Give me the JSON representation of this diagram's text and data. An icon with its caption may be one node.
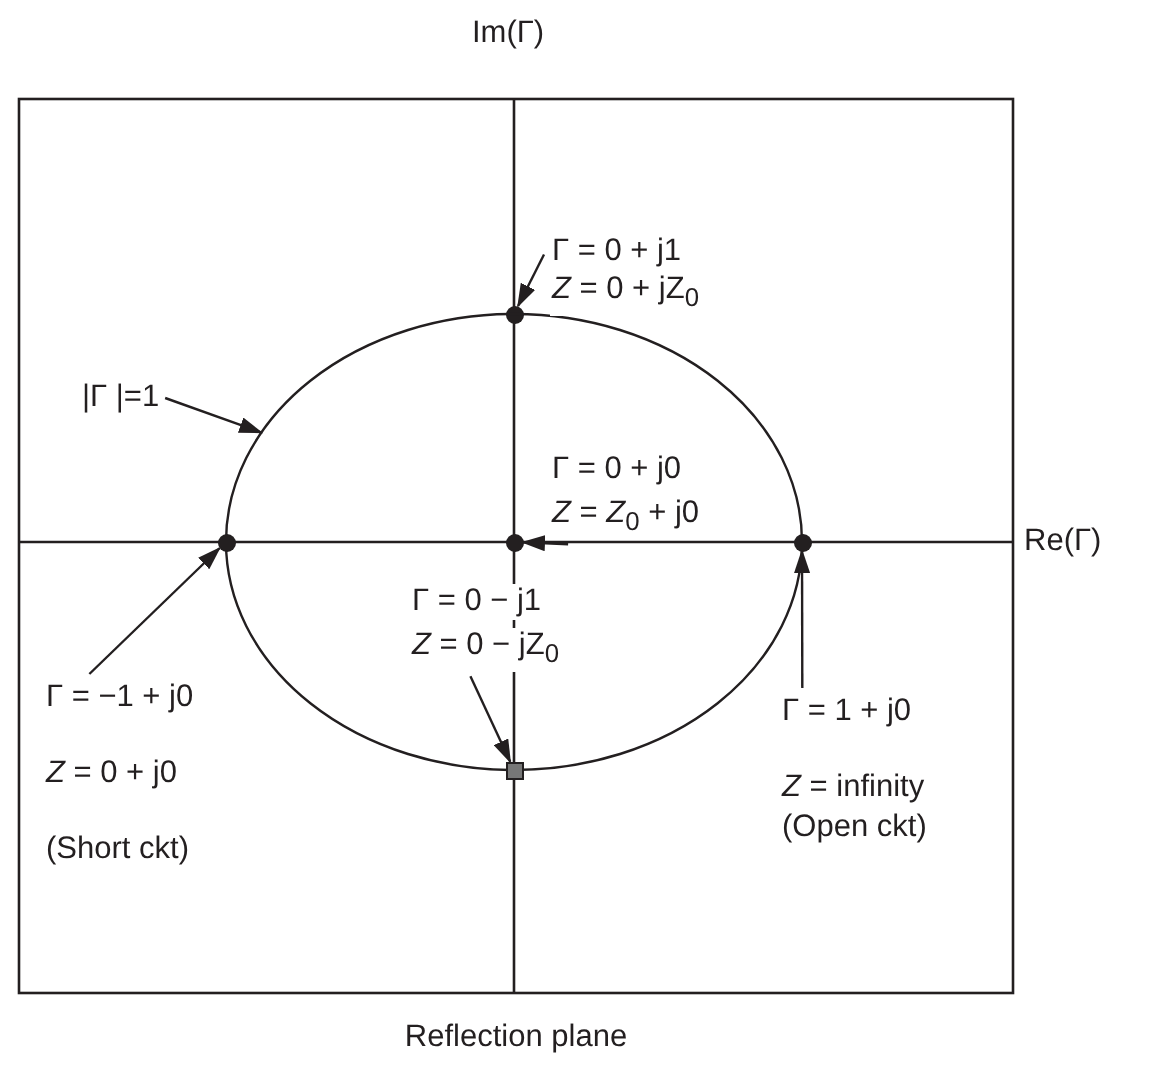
{
  "diagram": {
    "caption": "Reflection plane",
    "nodes": [
      {
        "text": [
          "Γ = 0 + j1",
          "*Z* = 0 + jZ$_{0}$"
        ]
      },
      {
        "text": [],
        "shape": "circle"
      },
      {
        "text": [
          "|Γ |=1"
        ]
      },
      {
        "text": [],
        "shape": "circle"
      },
      {
        "text": [
          "Γ = 0 + j0",
          "*Z* = *Z*$_{0}$ + j0"
        ],
        "in": 3
      },
      {
        "text": [],
        "shape": "circle",
        "in": 3
      },
      {
        "text": [
          "Γ = −1 + j0",
          "*Z* = 0 + j0",
          "(Short ckt)"
        ]
      },
      {
        "text": [],
        "shape": "circle"
      },
      {
        "text": [
          "Γ = 0 − j1",
          "*Z* = 0 − jZ$_{0}$"
        ],
        "in": 3
      },
      {
        "text": [],
        "shape": "box"
      },
      {
        "text": [
          "Γ = 1 + j0",
          "*Z* = infinity",
          "(Open ckt)"
        ]
      },
      {
        "text": [],
        "shape": "circle"
      }
    ],
    "edges": [
      {
        "from": 0,
        "to": 1,
        "arrow": "to"
      },
      {
        "from": 2,
        "to": 3,
        "arrow": "to"
      },
      {
        "from": 4,
        "to": 5,
        "arrow": "to"
      },
      {
        "from": 6,
        "to": 7,
        "arrow": "to"
      },
      {
        "from": 8,
        "to": 9,
        "arrow": "to"
      },
      {
        "from": 10,
        "to": 11,
        "arrow": "to"
      }
    ],
    "labels": [
      "Im(Γ)",
      "Re(Γ)"
    ]
  }
}
